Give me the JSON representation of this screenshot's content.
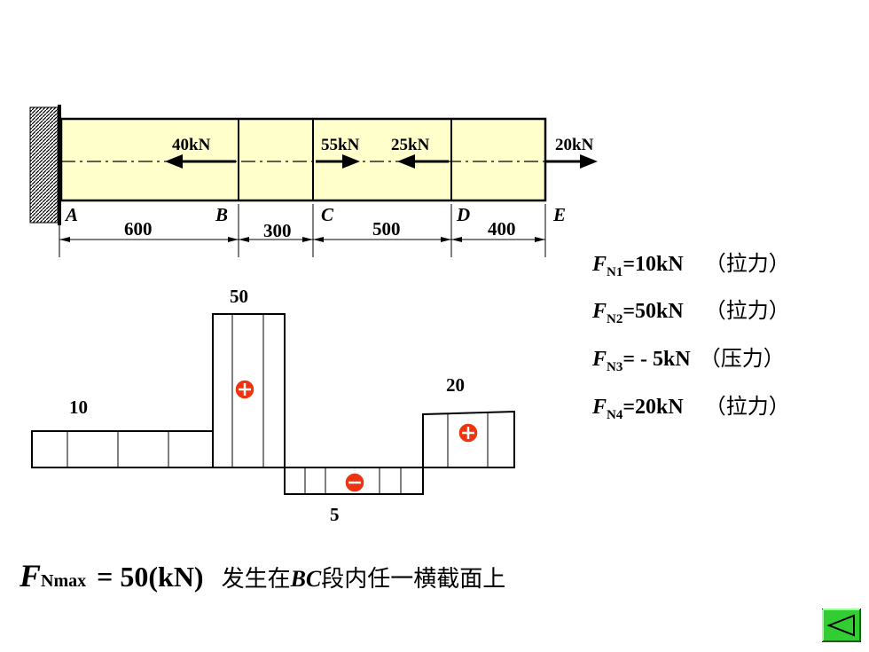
{
  "beam": {
    "forces": [
      "40kN",
      "55kN",
      "25kN",
      "20kN"
    ],
    "points": [
      "A",
      "B",
      "C",
      "D",
      "E"
    ],
    "lengths": [
      "600",
      "300",
      "500",
      "400"
    ]
  },
  "diagram": {
    "values": [
      "10",
      "50",
      "5",
      "20"
    ],
    "sign_plus": "+",
    "sign_minus": "−"
  },
  "results": [
    {
      "f": "F",
      "sub": "N1",
      "rest": "=10kN",
      "note": "（拉力）"
    },
    {
      "f": "F",
      "sub": "N2",
      "rest": "=50kN",
      "note": "（拉力）"
    },
    {
      "f": "F",
      "sub": "N3",
      "rest": "= - 5kN",
      "note": "（压力）"
    },
    {
      "f": "F",
      "sub": "N4",
      "rest": "=20kN",
      "note": "（拉力）"
    }
  ],
  "summary": {
    "f": "F",
    "sub": "Nmax",
    "eq": "= 50(kN)",
    "text_pre": "发生在",
    "text_bc": "BC",
    "text_post": "段内任一横截面上"
  },
  "colors": {
    "beam_fill": "#ffffcc",
    "sign_fill": "#ee3311",
    "nav_green": "#33cc33"
  },
  "icons": {
    "back": "left-triangle-icon"
  }
}
